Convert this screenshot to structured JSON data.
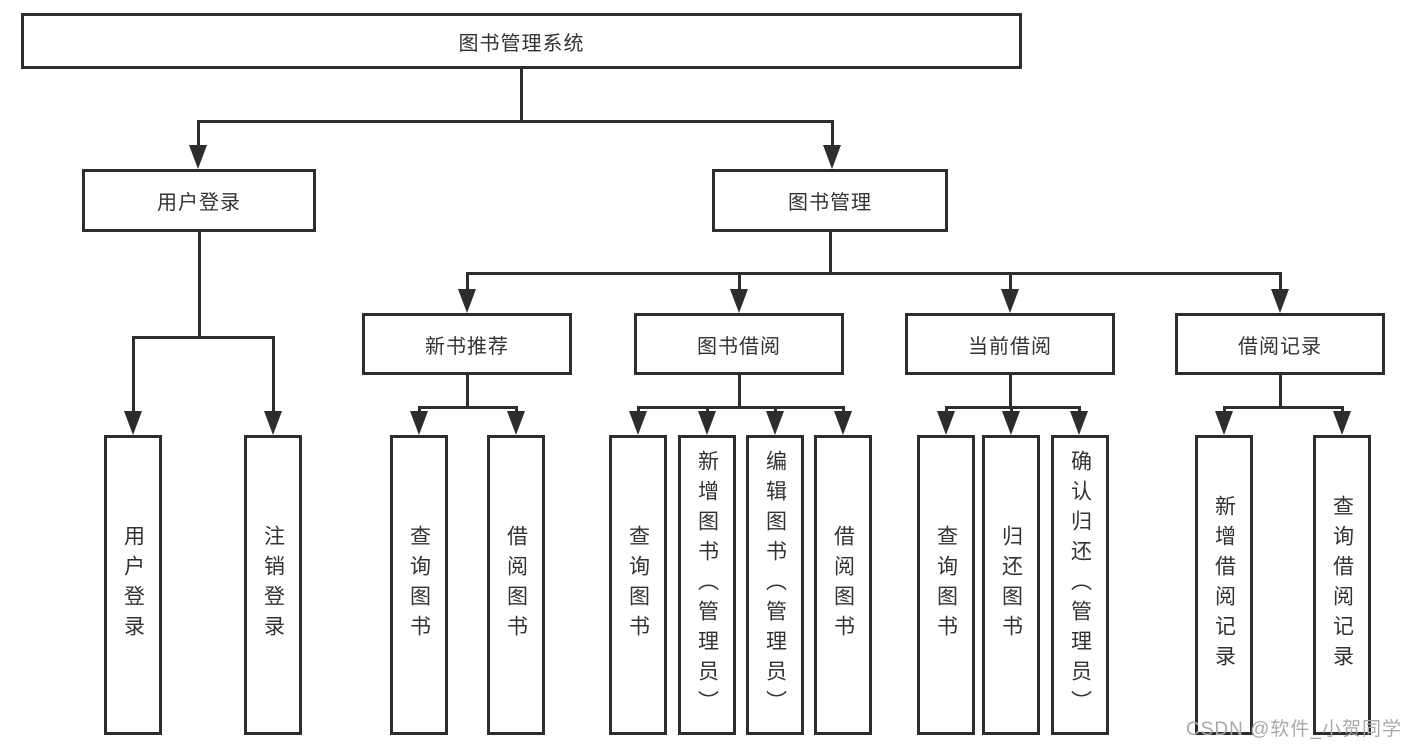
{
  "diagram": {
    "title": "图书管理系统",
    "branches": {
      "user": {
        "label": "用户登录",
        "leaves": [
          "用户登录",
          "注销登录"
        ]
      },
      "book": {
        "label": "图书管理",
        "sections": [
          {
            "label": "新书推荐",
            "leaves": [
              "查询图书",
              "借阅图书"
            ]
          },
          {
            "label": "图书借阅",
            "leaves": [
              "查询图书",
              "新增图书（管理员）",
              "编辑图书（管理员）",
              "借阅图书"
            ]
          },
          {
            "label": "当前借阅",
            "leaves": [
              "查询图书",
              "归还图书",
              "确认归还（管理员）"
            ]
          },
          {
            "label": "借阅记录",
            "leaves": [
              "新增借阅记录",
              "查询借阅记录"
            ]
          }
        ]
      }
    }
  },
  "watermark": {
    "text": "CSDN @软件_小贺同学"
  },
  "colors": {
    "line": "#2d2d2d",
    "text": "#333333",
    "box_fill": "#ffffff",
    "background": "#ffffff",
    "watermark": "#a9a9a9"
  }
}
